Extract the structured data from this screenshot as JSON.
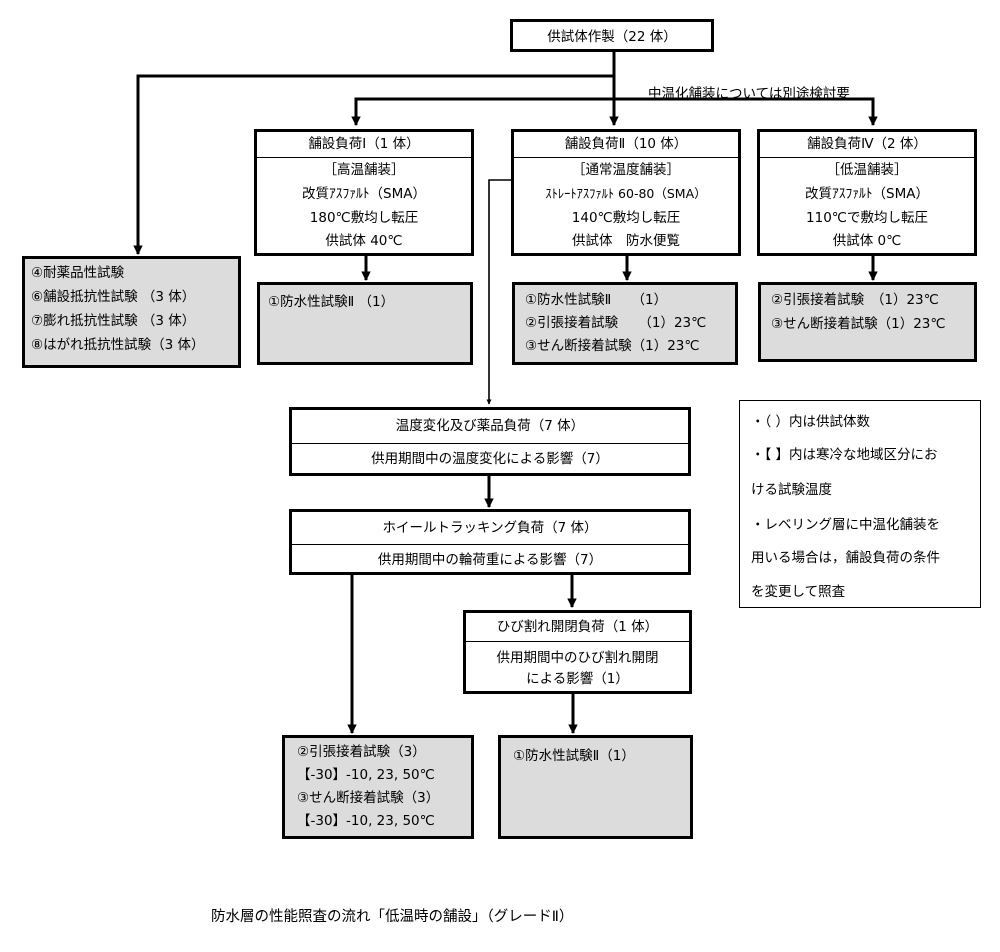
{
  "top": {
    "label": "供試体作製（22 体）"
  },
  "side_note": "中温化舗装については別途検討要",
  "loadI": {
    "header": "舗設負荷Ⅰ（1 体）",
    "lines": [
      "［高温舗装］",
      "改質ｱｽﾌｧﾙﾄ（SMA）",
      "180℃敷均し転圧",
      "供試体 40℃"
    ]
  },
  "loadII": {
    "header": "舗設負荷Ⅱ（10 体）",
    "lines": [
      "［通常温度舗装］",
      "ｽﾄﾚｰﾄｱｽﾌｧﾙﾄ 60-80（SMA）",
      "140℃敷均し転圧",
      "供試体　防水便覧"
    ]
  },
  "loadIV": {
    "header": "舗設負荷Ⅳ（2 体）",
    "lines": [
      "［低温舗装］",
      "改質ｱｽﾌｧﾙﾄ（SMA）",
      "110℃で敷均し転圧",
      "供試体 0℃"
    ]
  },
  "tests_left": [
    "④耐薬品性試験",
    "⑥舗設抵抗性試験 （3 体）",
    "⑦膨れ抵抗性試験 （3 体）",
    "⑧はがれ抵抗性試験（3 体）"
  ],
  "tests_I": [
    "①防水性試験Ⅱ （1）"
  ],
  "tests_II": [
    "①防水性試験Ⅱ　　（1）",
    "②引張接着試験　　（1）23℃",
    "③せん断接着試験（1）23℃"
  ],
  "tests_IV": [
    "②引張接着試験　（1）23℃",
    "③せん断接着試験（1）23℃"
  ],
  "temp_change": {
    "header": "温度変化及び薬品負荷（7 体）",
    "line": "供用期間中の温度変化による影響（7）"
  },
  "wheel": {
    "header": "ホイールトラッキング負荷（7 体）",
    "line": "供用期間中の輪荷重による影響（7）"
  },
  "crack": {
    "header": "ひび割れ開閉負荷（1 体）",
    "lines": [
      "供用期間中のひび割れ開閉",
      "による影響（1）"
    ]
  },
  "tests_wheel": [
    "②引張接着試験（3）",
    "【-30】-10, 23, 50℃",
    "③せん断接着試験（3）",
    "【-30】-10, 23, 50℃"
  ],
  "tests_crack": [
    "①防水性試験Ⅱ（1）"
  ],
  "legend": [
    "・（ ）内は供試体数",
    "・【 】内は寒冷な地域区分にお",
    "ける試験温度",
    "・レベリング層に中温化舗装を",
    "用いる場合は，舗設負荷の条件",
    "を変更して照査"
  ],
  "caption": "防水層の性能照査の流れ「低温時の舗設」（グレードⅡ）"
}
